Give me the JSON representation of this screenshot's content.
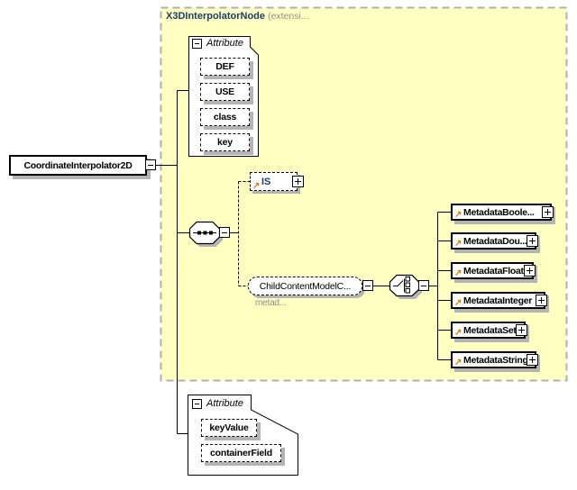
{
  "root_element": {
    "label": "CoordinateInterpolator2D"
  },
  "group": {
    "title": "X3DInterpolatorNode",
    "suffix": "(extensi..."
  },
  "attribute_section_top": {
    "header": "Attribute",
    "attributes": [
      "DEF",
      "USE",
      "class",
      "key"
    ]
  },
  "attribute_section_bottom": {
    "header": "Attribute",
    "attributes": [
      "keyValue",
      "containerField"
    ]
  },
  "is_element": {
    "label": "IS"
  },
  "child_content_element": {
    "label": "ChildContentModelC...",
    "annotation": "metad..."
  },
  "metadata_elements": [
    "MetadataBoole...",
    "MetadataDou...",
    "MetadataFloat",
    "MetadataInteger",
    "MetadataSet",
    "MetadataString"
  ],
  "icons": {
    "collapse": "minus-box",
    "expand": "plus-box",
    "sequence": "sequence-octagon",
    "choice": "choice-octagon",
    "reference_arrow": "↗"
  },
  "colors": {
    "group-fill": "#ffffc2",
    "region-border": "#b0b0b0",
    "navy": "#1a3e6e",
    "gray-text": "#8f8f8f",
    "shadow": "#b4b4b4",
    "arrow-orange": "#c8820a"
  }
}
